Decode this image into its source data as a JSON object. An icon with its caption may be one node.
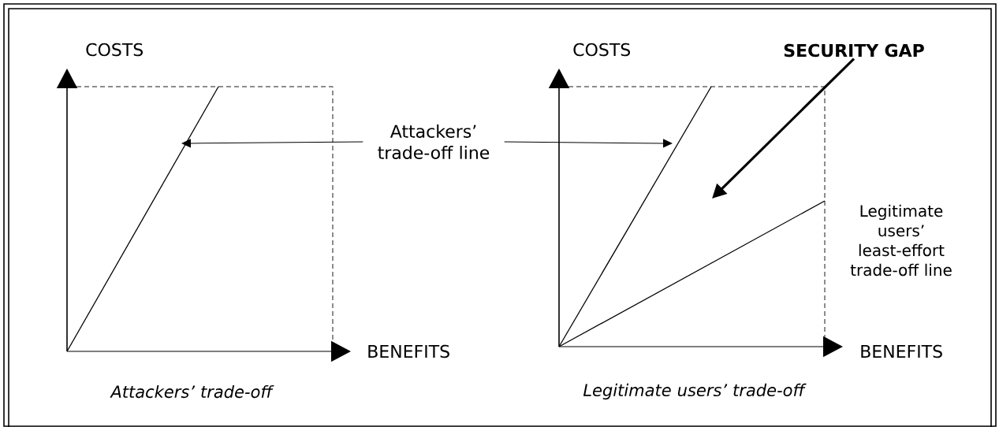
{
  "diagram": {
    "nodes": [
      {
        "text": [
          "Attackers’ trade-off line"
        ]
      },
      {
        "text": [
          "SECURITY GAP"
        ]
      }
    ],
    "edges": [
      {
        "from": 0,
        "to": null,
        "arrow": "to"
      },
      {
        "from": 0,
        "to": null,
        "arrow": "to"
      },
      {
        "from": 1,
        "to": null,
        "arrow": "to",
        "style": "thick"
      }
    ],
    "labels": [
      "COSTS",
      "COSTS",
      "BENEFITS",
      "BENEFITS",
      "Legitimate users’ least-effort trade-off line",
      "Attackers’ trade-off",
      "Legitimate users’ trade-off"
    ]
  }
}
